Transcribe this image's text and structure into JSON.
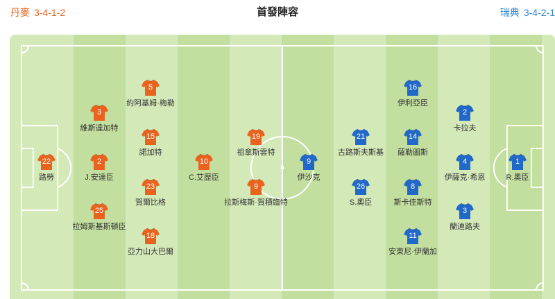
{
  "header": {
    "home_team": "丹麥",
    "home_formation": "3-4-1-2",
    "title": "首發陣容",
    "away_team": "瑞典",
    "away_formation": "3-4-2-1"
  },
  "colors": {
    "home": "#e8641e",
    "away": "#2168c8",
    "pitch_light": "#d4e9b8",
    "pitch_dark": "#c2df9f",
    "lines": "#ffffff"
  },
  "home_players": [
    {
      "number": "22",
      "name": "路勞"
    },
    {
      "number": "3",
      "name": "維斯達加特"
    },
    {
      "number": "2",
      "name": "J.安達臣"
    },
    {
      "number": "25",
      "name": "拉姆斯基斯頓臣"
    },
    {
      "number": "5",
      "name": "約阿基姆·梅勒"
    },
    {
      "number": "15",
      "name": "諾加特"
    },
    {
      "number": "23",
      "name": "賀爾比格"
    },
    {
      "number": "18",
      "name": "亞力山大巴爾"
    },
    {
      "number": "10",
      "name": "C.艾歷臣"
    },
    {
      "number": "19",
      "name": "祖拿斯雲特"
    },
    {
      "number": "9",
      "name": "拉斯梅斯·賀積臨特"
    }
  ],
  "away_players": [
    {
      "number": "1",
      "name": "R.奧臣"
    },
    {
      "number": "2",
      "name": "卡拉夫"
    },
    {
      "number": "4",
      "name": "伊薩克·希恩"
    },
    {
      "number": "3",
      "name": "蘭迪路夫"
    },
    {
      "number": "16",
      "name": "伊利亞臣"
    },
    {
      "number": "14",
      "name": "薩勒圖斯"
    },
    {
      "number": "8",
      "name": "斯卡佳斯特"
    },
    {
      "number": "11",
      "name": "安東尼·伊蘭加"
    },
    {
      "number": "21",
      "name": "古路斯夫斯基"
    },
    {
      "number": "26",
      "name": "S.奧臣"
    },
    {
      "number": "9",
      "name": "伊沙克"
    }
  ]
}
